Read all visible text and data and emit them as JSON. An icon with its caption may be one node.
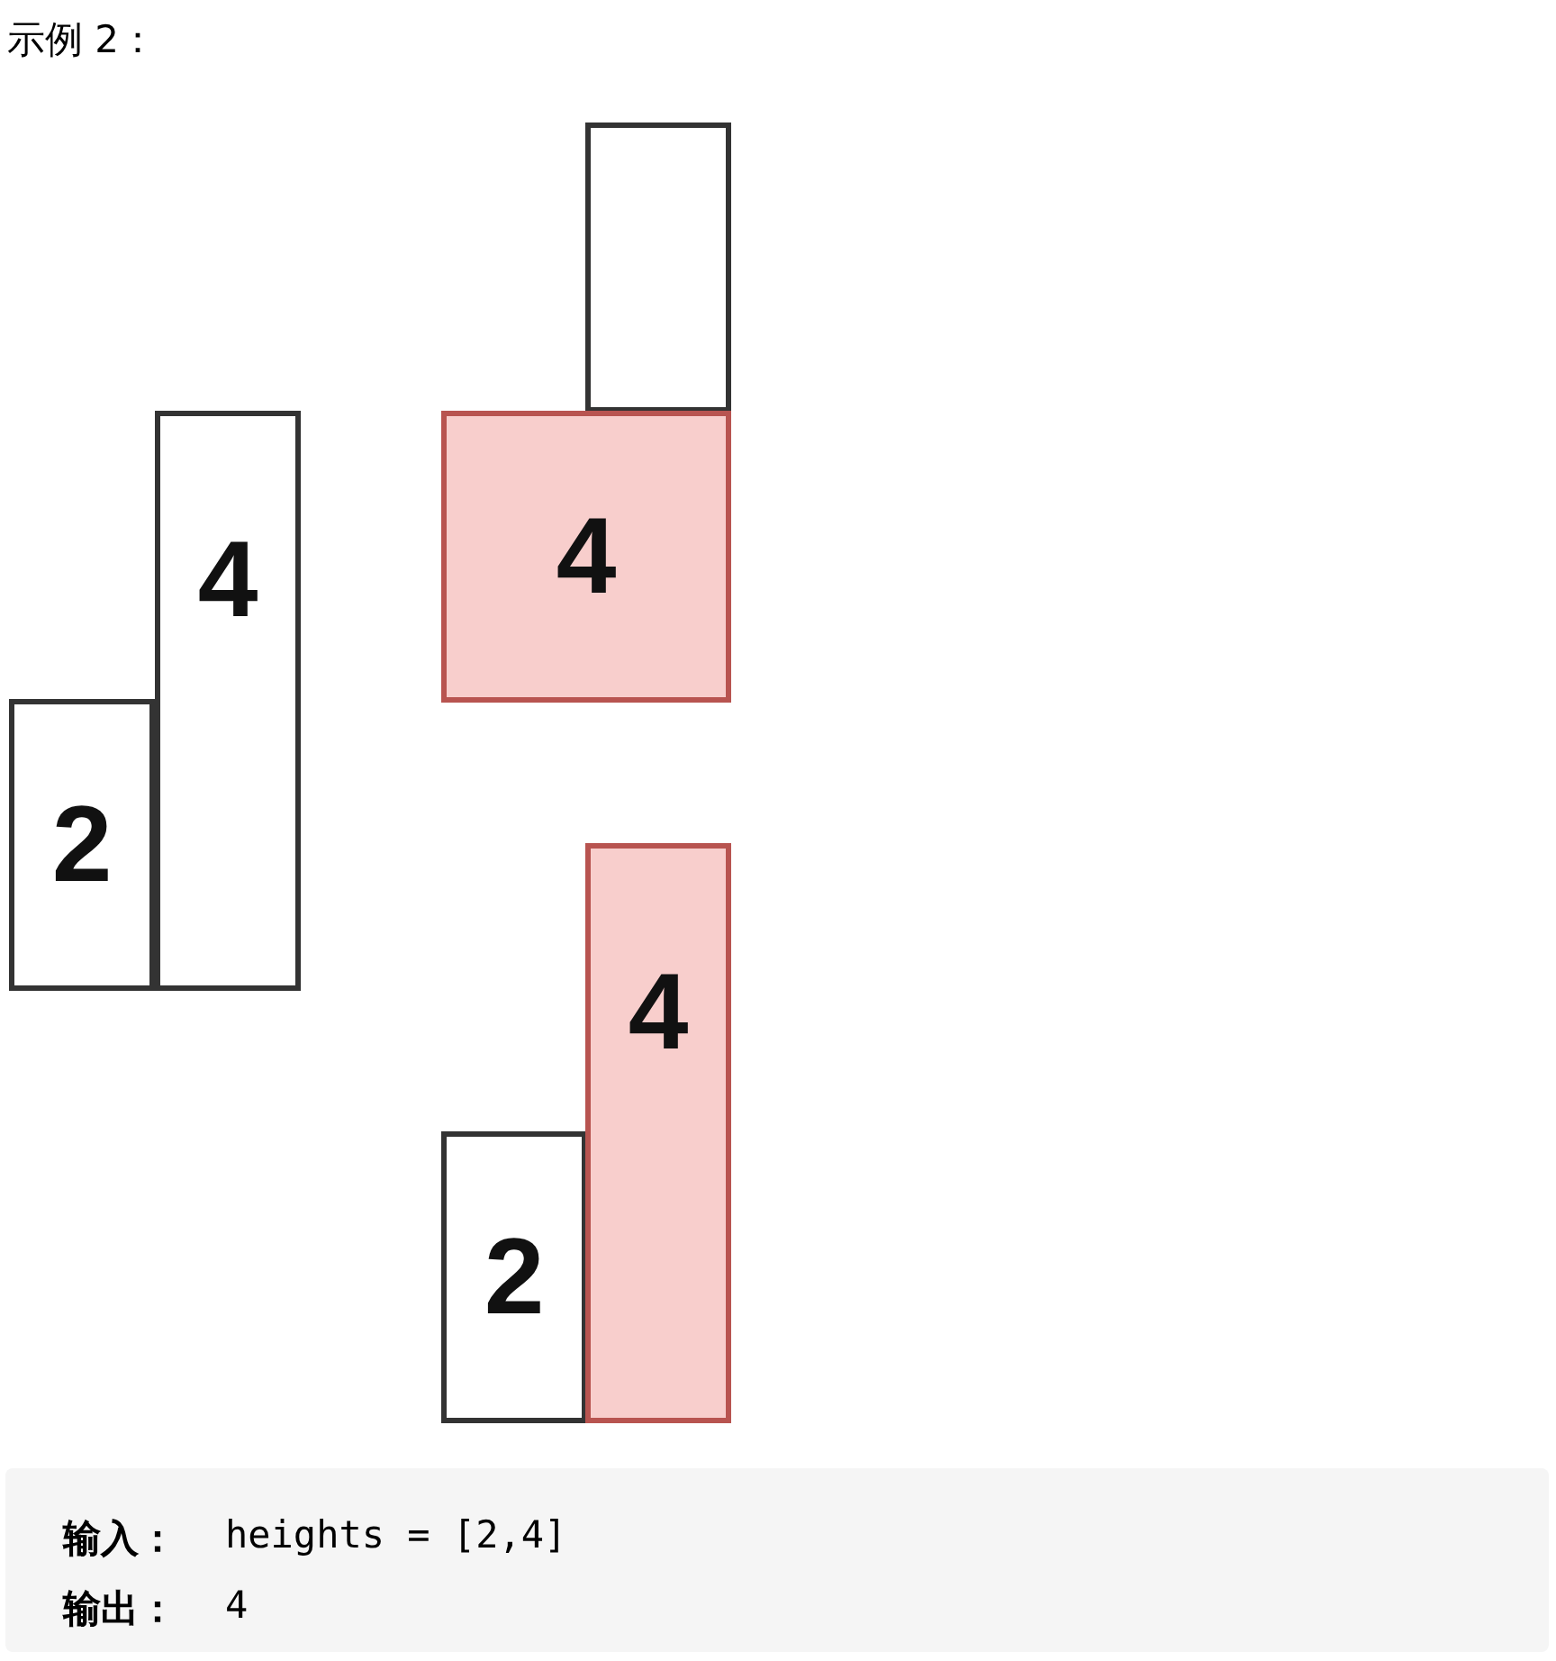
{
  "diagram": {
    "title": "示例 2：",
    "nodes": [
      {
        "text": [
          "2"
        ]
      },
      {
        "text": [
          "4"
        ]
      },
      {
        "text": [],
        "shape": "box"
      },
      {
        "text": [
          "4"
        ]
      },
      {
        "text": [
          "2"
        ]
      },
      {
        "text": [
          "4"
        ]
      }
    ],
    "labels": [
      "输入：",
      "heights = [2,4]",
      "输出：",
      "4"
    ]
  }
}
